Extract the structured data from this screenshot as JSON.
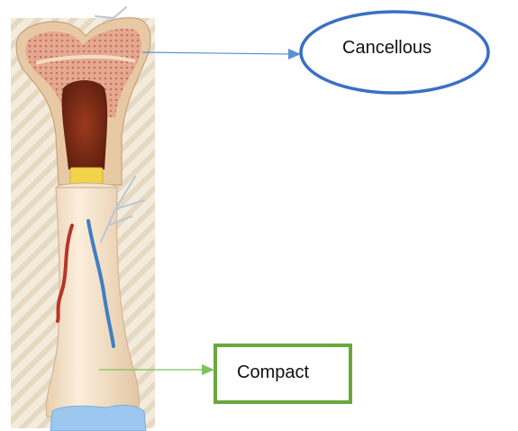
{
  "labels": {
    "cancellous": "Cancellous",
    "compact": "Compact"
  },
  "colors": {
    "cancellous_ellipse": "#3B6FC4",
    "cancellous_arrow": "#5B8FD6",
    "compact_box": "#6AA83E",
    "compact_arrow": "#7DC35A",
    "background_stripe": "#E8DEC9",
    "bone_shaft": "#F6E3C9",
    "marrow": "#7A2A16",
    "spongy_bone": "#D89A82",
    "cartilage": "#9CC7EE",
    "artery": "#B8342A",
    "vein": "#3F7FC2"
  },
  "icons": {
    "diagram": "long-bone-cross-section"
  }
}
